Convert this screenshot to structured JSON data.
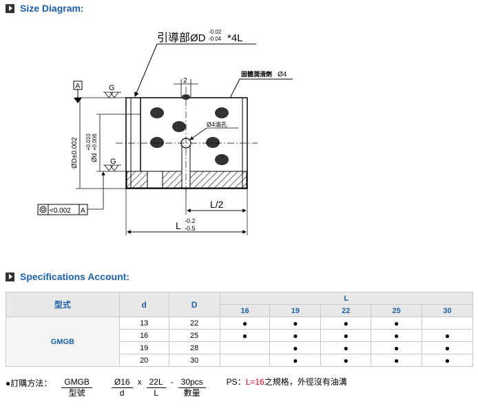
{
  "sections": {
    "size_title": "Size Diagram:",
    "spec_title": "Specifications Account:"
  },
  "diagram": {
    "guide_label": "引導部",
    "guide_dim": "ØD",
    "guide_tol_upper": "-0.02",
    "guide_tol_lower": "-0.04",
    "guide_chamfer": "*4L",
    "solid_lub_label": "固體潤滑劑",
    "solid_lub_dim": "Ø4",
    "oil_hole": "Ø4油孔",
    "dim_two": "2",
    "datum_a": "A",
    "surface_g": "G",
    "outer_dia": "ØD±0.002",
    "inner_dia": "Ød",
    "inner_tol_upper": "+0.010",
    "inner_tol_lower": "+0.006",
    "concentricity": "<0.002",
    "half_length": "L/2",
    "length": "L",
    "length_tol_upper": "-0.2",
    "length_tol_lower": "-0.5"
  },
  "table": {
    "headers": {
      "model": "型式",
      "d": "d",
      "D": "D",
      "L": "L"
    },
    "lengths": [
      "16",
      "19",
      "22",
      "25",
      "30"
    ],
    "model": "GMGB",
    "rows": [
      {
        "d": "13",
        "D": "22",
        "marks": [
          "●",
          "●",
          "●",
          "●",
          ""
        ]
      },
      {
        "d": "16",
        "D": "25",
        "marks": [
          "●",
          "●",
          "●",
          "●",
          "●"
        ]
      },
      {
        "d": "19",
        "D": "28",
        "marks": [
          "",
          "●",
          "●",
          "●",
          "●"
        ]
      },
      {
        "d": "20",
        "D": "30",
        "marks": [
          "",
          "●",
          "●",
          "●",
          "●"
        ]
      }
    ]
  },
  "order": {
    "label": "●訂購方法：",
    "parts": [
      {
        "value": "GMGB",
        "caption": "型號"
      },
      {
        "value": "Ø16",
        "caption": "d"
      },
      {
        "value": "22L",
        "caption": "L"
      },
      {
        "value": "30pcs",
        "caption": "數量"
      }
    ],
    "seps": [
      "x",
      "-"
    ],
    "ps_prefix": "PS：",
    "ps_highlight": "L=16",
    "ps_suffix": "之規格，外徑沒有油溝"
  }
}
